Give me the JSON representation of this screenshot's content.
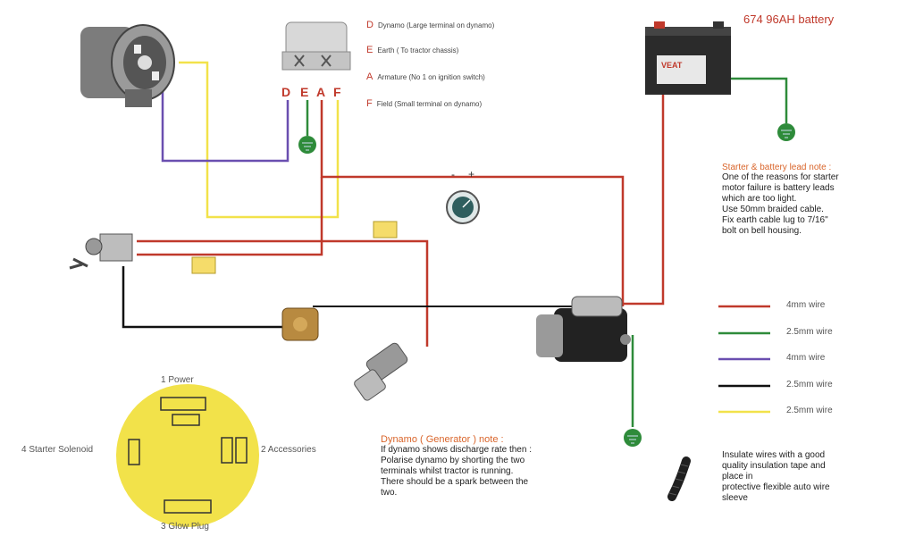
{
  "legend": [
    {
      "letter": "D",
      "text": "Dynamo (Large terminal on dynamo)"
    },
    {
      "letter": "E",
      "text": "Earth ( To tractor chassis)"
    },
    {
      "letter": "A",
      "text": "Armature (No 1 on ignition switch)"
    },
    {
      "letter": "F",
      "text": "Field (Small terminal on dynamo)"
    }
  ],
  "terminals": [
    "D",
    "E",
    "A",
    "F"
  ],
  "battery_label": "674 96AH battery",
  "battery_brand": "VEAT",
  "gauge": {
    "minus": "-",
    "plus": "+"
  },
  "starter_note": {
    "title": "Starter & battery lead note :",
    "lines": [
      "One of the reasons for starter",
      "motor failure is battery leads",
      "which are too light.",
      "Use 50mm braided cable.",
      "Fix earth cable lug to 7/16\"",
      "bolt on bell housing."
    ]
  },
  "wire_legend": [
    {
      "label": "4mm wire",
      "color": "#c0392b"
    },
    {
      "label": "2.5mm wire",
      "color": "#2e8b3a"
    },
    {
      "label": "4mm wire",
      "color": "#6a4fb0"
    },
    {
      "label": "2.5mm wire",
      "color": "#111111"
    },
    {
      "label": "2.5mm wire",
      "color": "#f2e24a"
    }
  ],
  "dynamo_note": {
    "title": "Dynamo ( Generator ) note :",
    "lines": [
      "If dynamo shows discharge rate then :",
      "Polarise dynamo by shorting the two",
      "terminals whilst tractor is running.",
      "There should be a spark between the",
      "two."
    ]
  },
  "insulate_note": [
    "Insulate wires with a good",
    "quality insulation tape and",
    "place in",
    "protective flexible auto wire",
    "sleeve"
  ],
  "switch_labels": {
    "top": "1 Power",
    "left": "4 Starter Solenoid",
    "right": "2 Accessories",
    "bottom": "3 Glow Plug"
  }
}
